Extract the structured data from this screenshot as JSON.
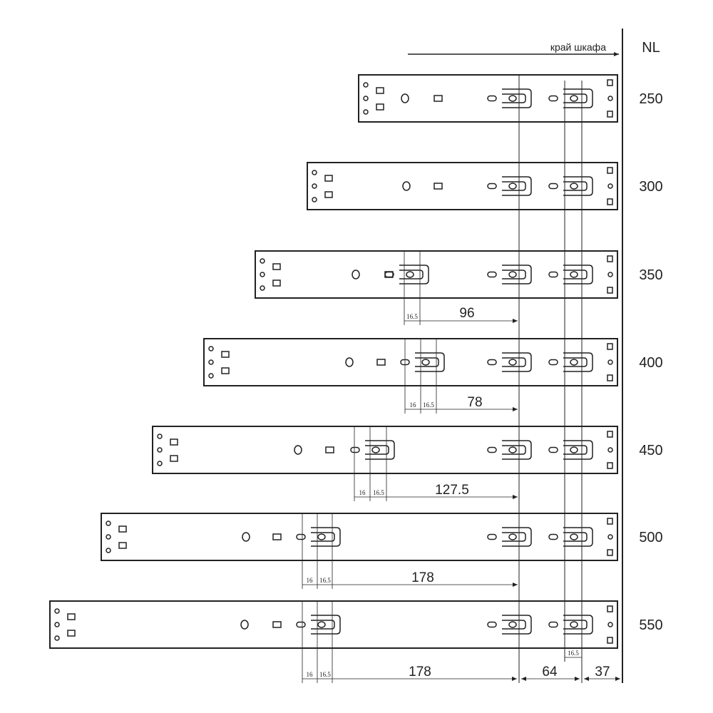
{
  "header": {
    "edge_label": "край шкафа",
    "nl_label": "NL"
  },
  "rails": [
    {
      "nl": "250"
    },
    {
      "nl": "300"
    },
    {
      "nl": "350",
      "dims": {
        "a": "16.5",
        "main": "96"
      }
    },
    {
      "nl": "400",
      "dims": {
        "a": "16",
        "b": "16.5",
        "main": "78"
      }
    },
    {
      "nl": "450",
      "dims": {
        "a": "16",
        "b": "16.5",
        "main": "127.5"
      }
    },
    {
      "nl": "500",
      "dims": {
        "a": "16",
        "b": "16.5",
        "main": "178"
      }
    },
    {
      "nl": "550",
      "dims": {
        "a": "16",
        "b": "16.5",
        "main": "178"
      }
    }
  ],
  "bottom_dims": {
    "a": "16",
    "b": "16.5",
    "main": "178",
    "spacing": "64",
    "edge": "37",
    "rear_slot": "16.5"
  },
  "colors": {
    "line": "#222222",
    "background": "#ffffff"
  }
}
